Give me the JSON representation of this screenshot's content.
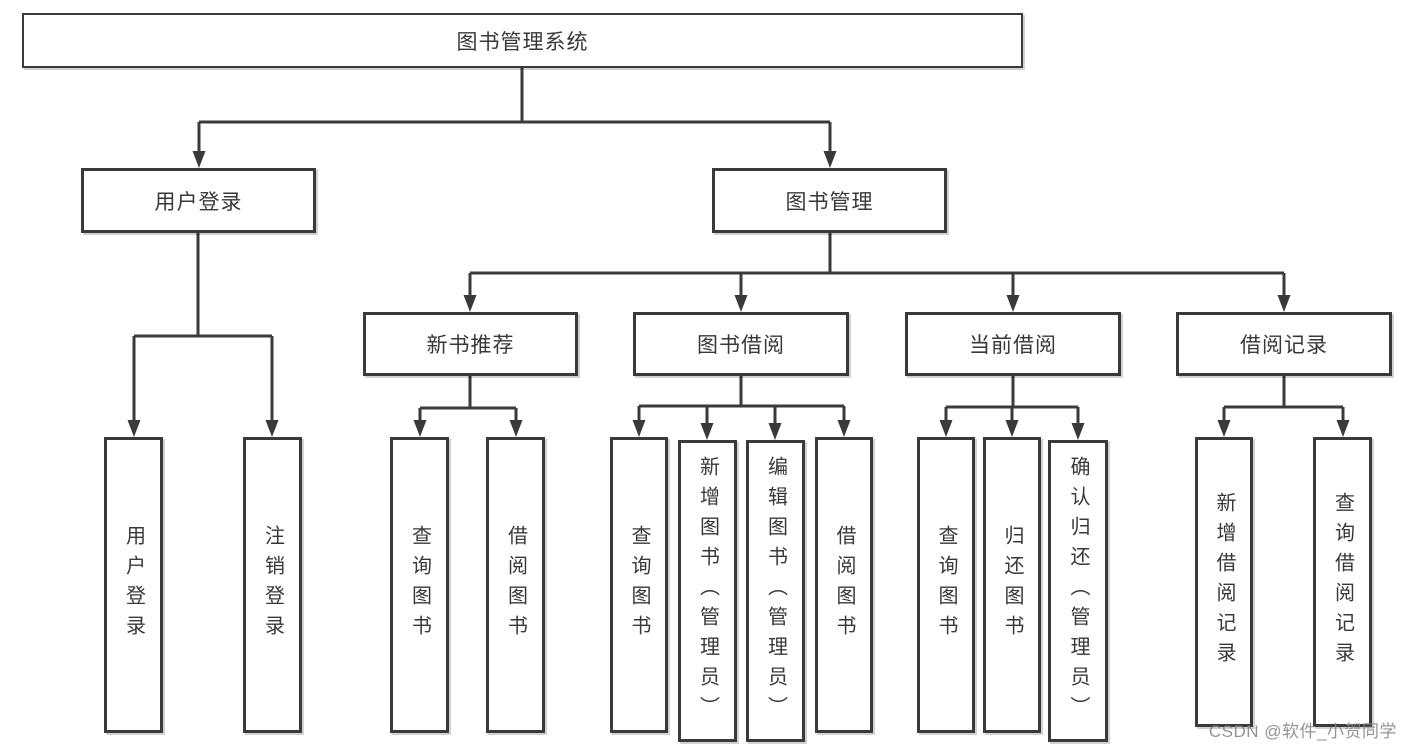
{
  "diagram": {
    "type": "hierarchy-tree",
    "colors": {
      "background": "#ffffff",
      "line": "#3a3a3a",
      "node_border": "#3a3a3a",
      "node_fill": "#ffffff",
      "text": "#38383c",
      "watermark": "#84888d"
    },
    "nodes": {
      "root": {
        "label": "图书管理系统",
        "parent": null
      },
      "login": {
        "label": "用户登录",
        "parent": "root"
      },
      "mgmt": {
        "label": "图书管理",
        "parent": "root"
      },
      "new_books": {
        "label": "新书推荐",
        "parent": "mgmt"
      },
      "borrow": {
        "label": "图书借阅",
        "parent": "mgmt"
      },
      "current": {
        "label": "当前借阅",
        "parent": "mgmt"
      },
      "records": {
        "label": "借阅记录",
        "parent": "mgmt"
      },
      "login_do": {
        "label": "用户登录",
        "parent": "login"
      },
      "login_out": {
        "label": "注销登录",
        "parent": "login"
      },
      "nb_query": {
        "label": "查询图书",
        "parent": "new_books"
      },
      "nb_borrow": {
        "label": "借阅图书",
        "parent": "new_books"
      },
      "bw_query": {
        "label": "查询图书",
        "parent": "borrow"
      },
      "bw_add": {
        "label": "新增图书（管理员）",
        "parent": "borrow"
      },
      "bw_edit": {
        "label": "编辑图书（管理员）",
        "parent": "borrow"
      },
      "bw_borrow": {
        "label": "借阅图书",
        "parent": "borrow"
      },
      "cur_query": {
        "label": "查询图书",
        "parent": "current"
      },
      "cur_return": {
        "label": "归还图书",
        "parent": "current"
      },
      "cur_confirm": {
        "label": "确认归还（管理员）",
        "parent": "current"
      },
      "rec_add": {
        "label": "新增借阅记录",
        "parent": "records"
      },
      "rec_query": {
        "label": "查询借阅记录",
        "parent": "records"
      }
    }
  },
  "watermark": {
    "text": "CSDN @软件_小贺同学"
  }
}
